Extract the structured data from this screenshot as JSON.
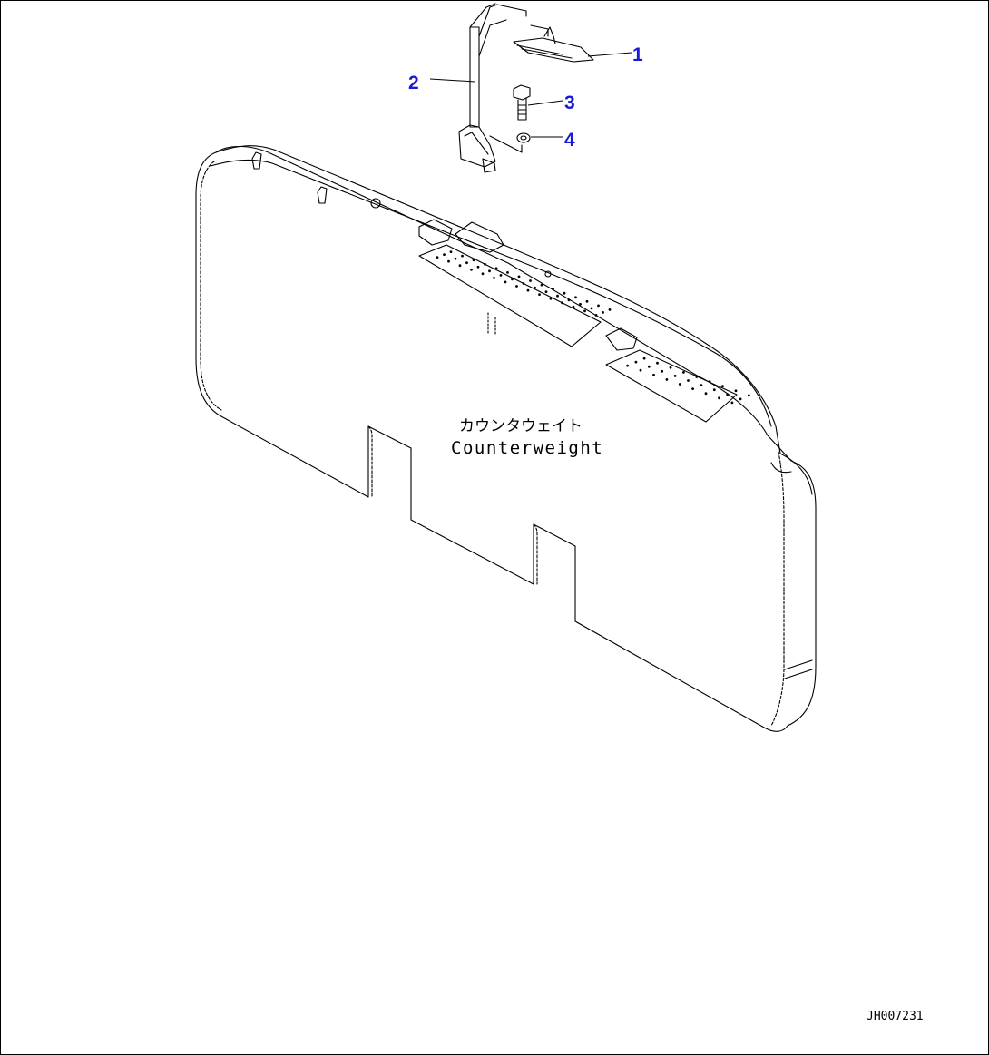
{
  "diagram": {
    "part_callouts": [
      {
        "number": "1",
        "part": "step"
      },
      {
        "number": "2",
        "part": "step-stay"
      },
      {
        "number": "3",
        "part": "bolt"
      },
      {
        "number": "4",
        "part": "washer"
      }
    ],
    "counterweight_label_ja": "カウンタウェイト",
    "counterweight_label_en": "Counterweight",
    "drawing_code": "JH007231",
    "colors": {
      "line": "#000000",
      "callout": "#1a1ad6",
      "background": "#ffffff"
    }
  }
}
